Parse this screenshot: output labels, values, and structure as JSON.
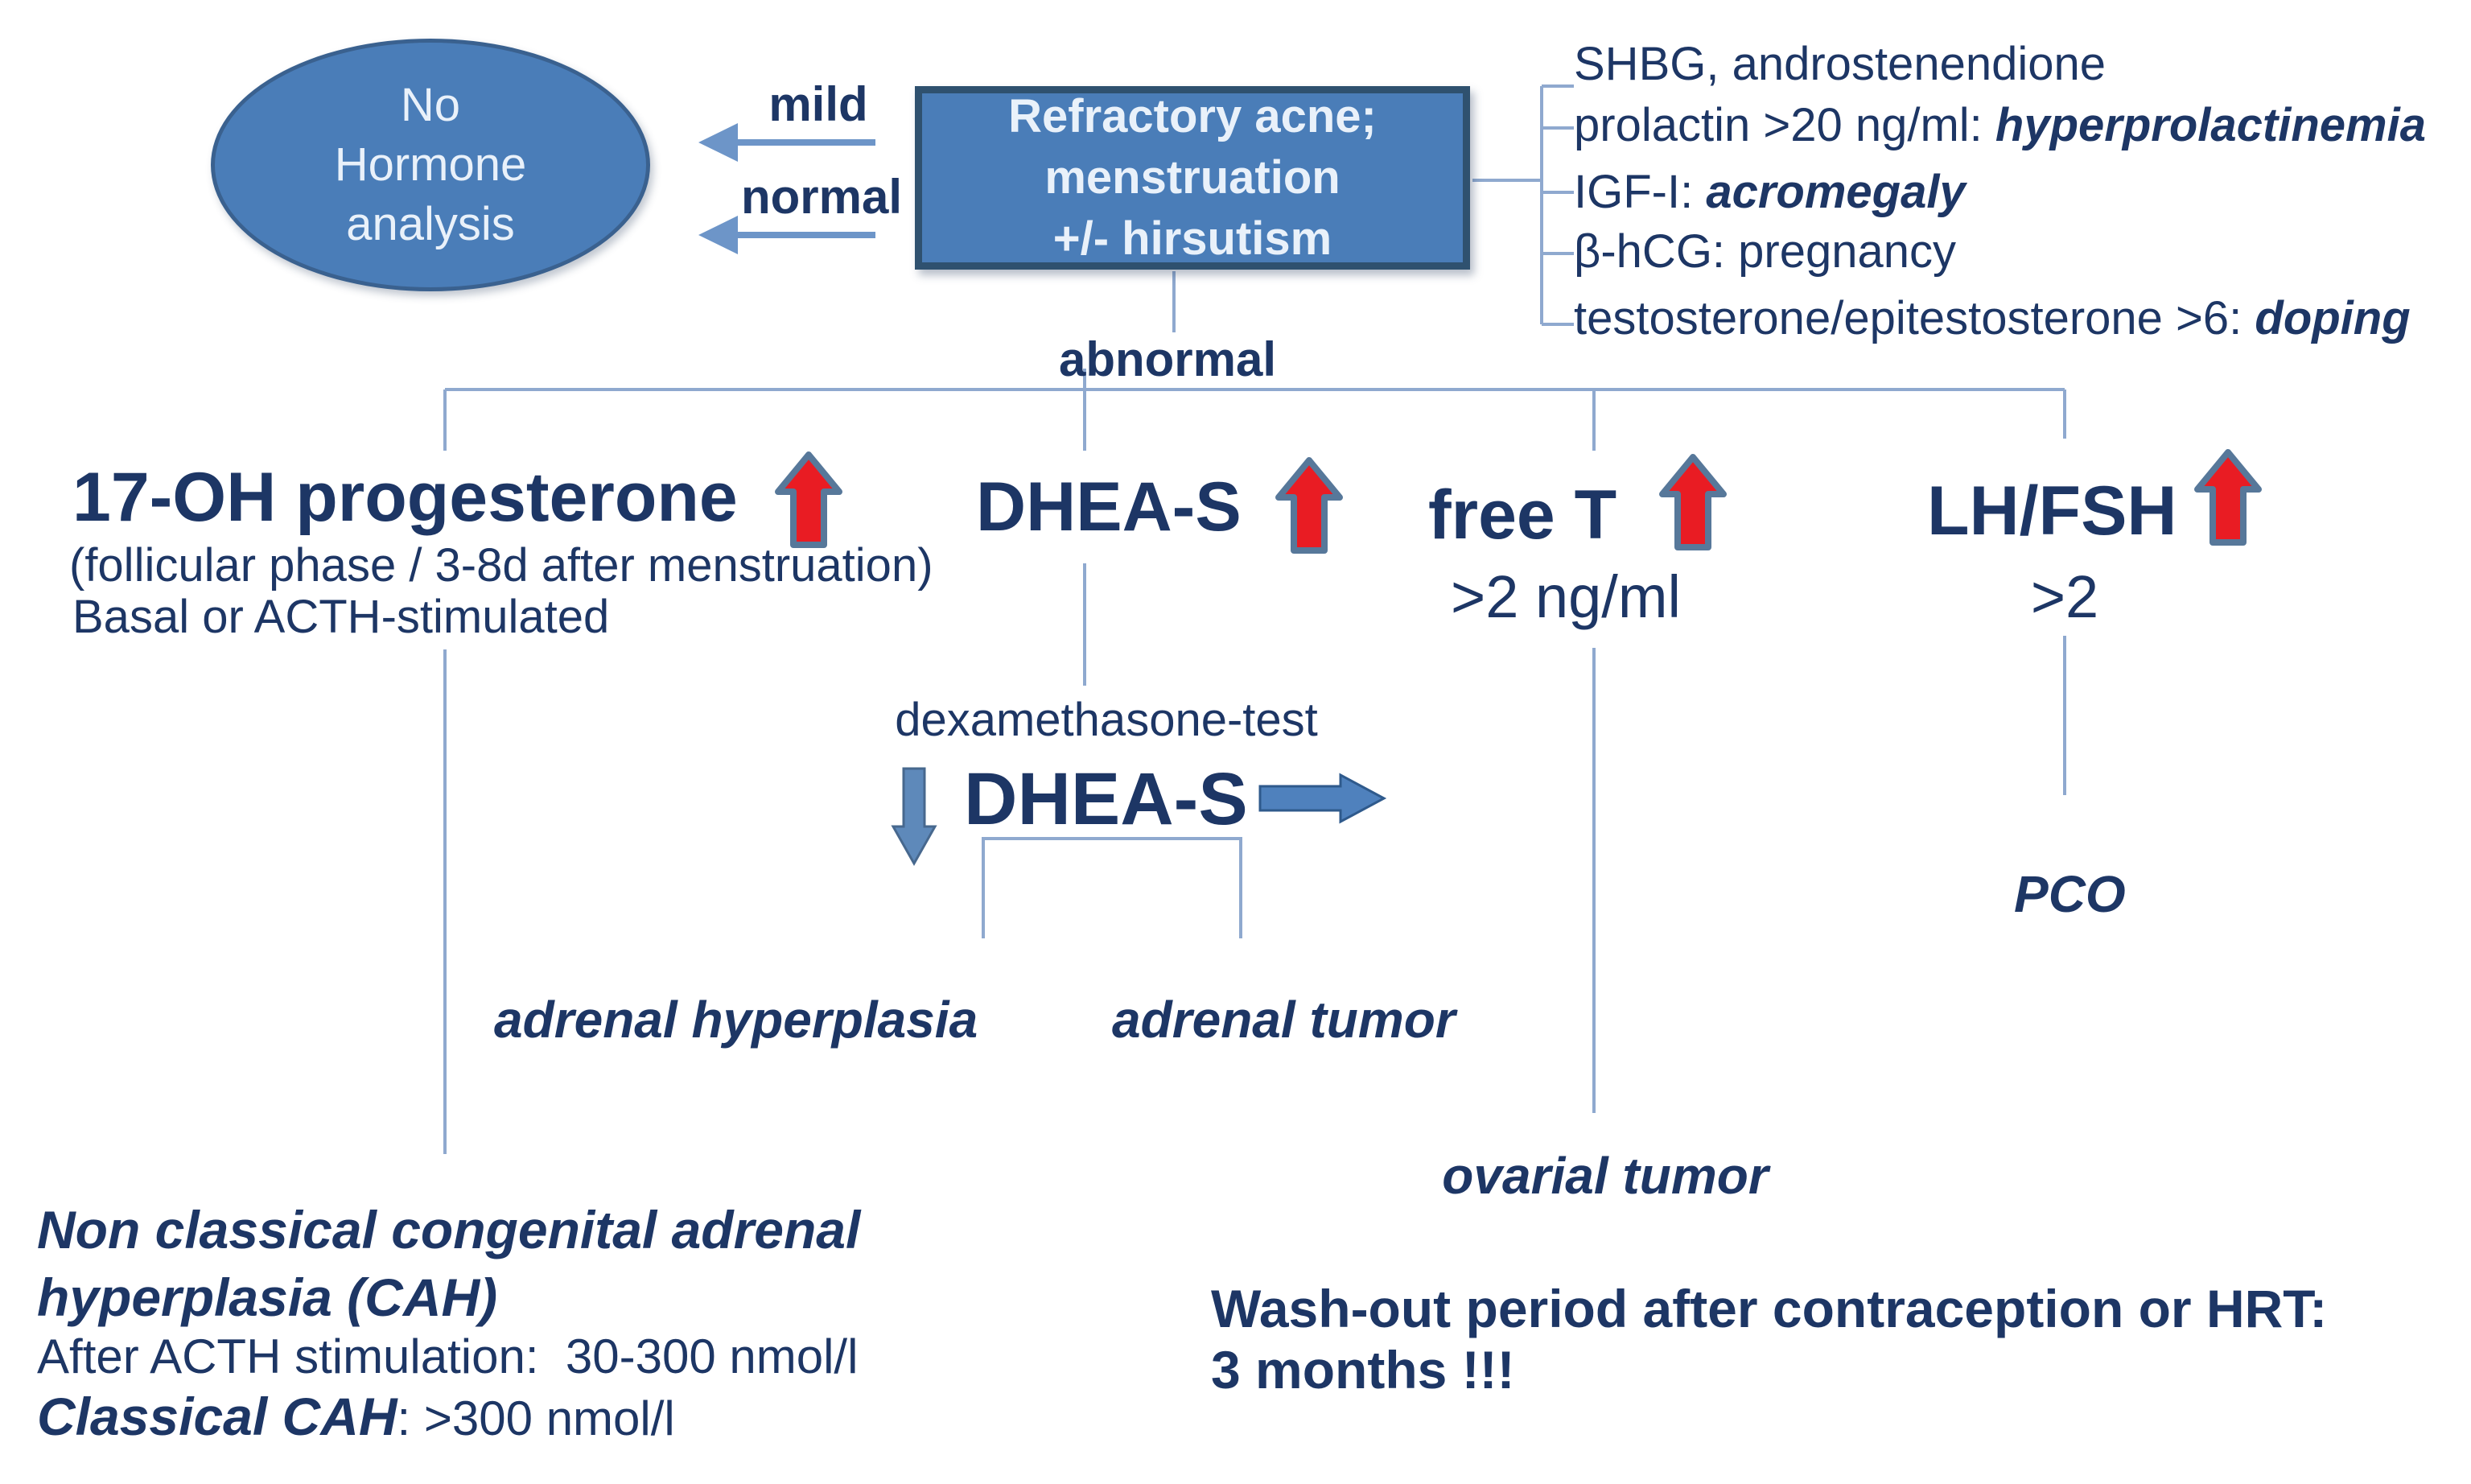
{
  "palette": {
    "navy": "#1d3665",
    "shape_blue": "#4a7db8",
    "shape_border": "#2f516f",
    "connector": "#8fa9cf",
    "arrow_steel": "#5e89ba",
    "arrow_red": "#e91c23",
    "light_text": "#e9f1fa"
  },
  "ellipse": {
    "line1": "No",
    "line2": "Hormone",
    "line3": "analysis"
  },
  "left_arrows": {
    "mild_label": "mild",
    "normal_label": "normal"
  },
  "main_box": {
    "line1": "Refractory acne;",
    "line2": "menstruation",
    "line3": "+/- hirsutism"
  },
  "abnormal_label": "abnormal",
  "differential_list": {
    "items": [
      {
        "text": "SHBG, androstenendione",
        "em": ""
      },
      {
        "text": "prolactin >20 ng/ml: ",
        "em": "hyperprolactinemia"
      },
      {
        "text": "IGF-I: ",
        "em": "acromegaly"
      },
      {
        "text": "β-hCG: pregnancy",
        "em": ""
      },
      {
        "text": "testosterone/epitestosterone >6: ",
        "em": "doping"
      }
    ]
  },
  "branches": {
    "ohp": {
      "title": "17-OH progesterone",
      "note1": "(follicular phase / 3-8d after menstruation)",
      "note2": "Basal or ACTH-stimulated"
    },
    "dheas": {
      "title": "DHEA-S"
    },
    "freet": {
      "title": "free T",
      "threshold": ">2 ng/ml"
    },
    "lhfsh": {
      "title": "LH/FSH",
      "threshold": ">2"
    }
  },
  "dex_test": {
    "label": "dexamethasone-test",
    "result_title": "DHEA-S",
    "outcome_left": "adrenal hyperplasia",
    "outcome_right": "adrenal tumor"
  },
  "outcomes": {
    "freet": "ovarial tumor",
    "lhfsh": "PCO"
  },
  "cah_note": {
    "line1": "Non classical congenital adrenal",
    "line2": "hyperplasia (CAH)",
    "line3": "After ACTH stimulation:  30-300 nmol/l",
    "line4_em": "Classical CAH",
    "line4_rest": ": >300 nmol/l"
  },
  "washout_note": {
    "line1": "Wash-out period after contraception or HRT:",
    "line2": "3 months !!!"
  }
}
